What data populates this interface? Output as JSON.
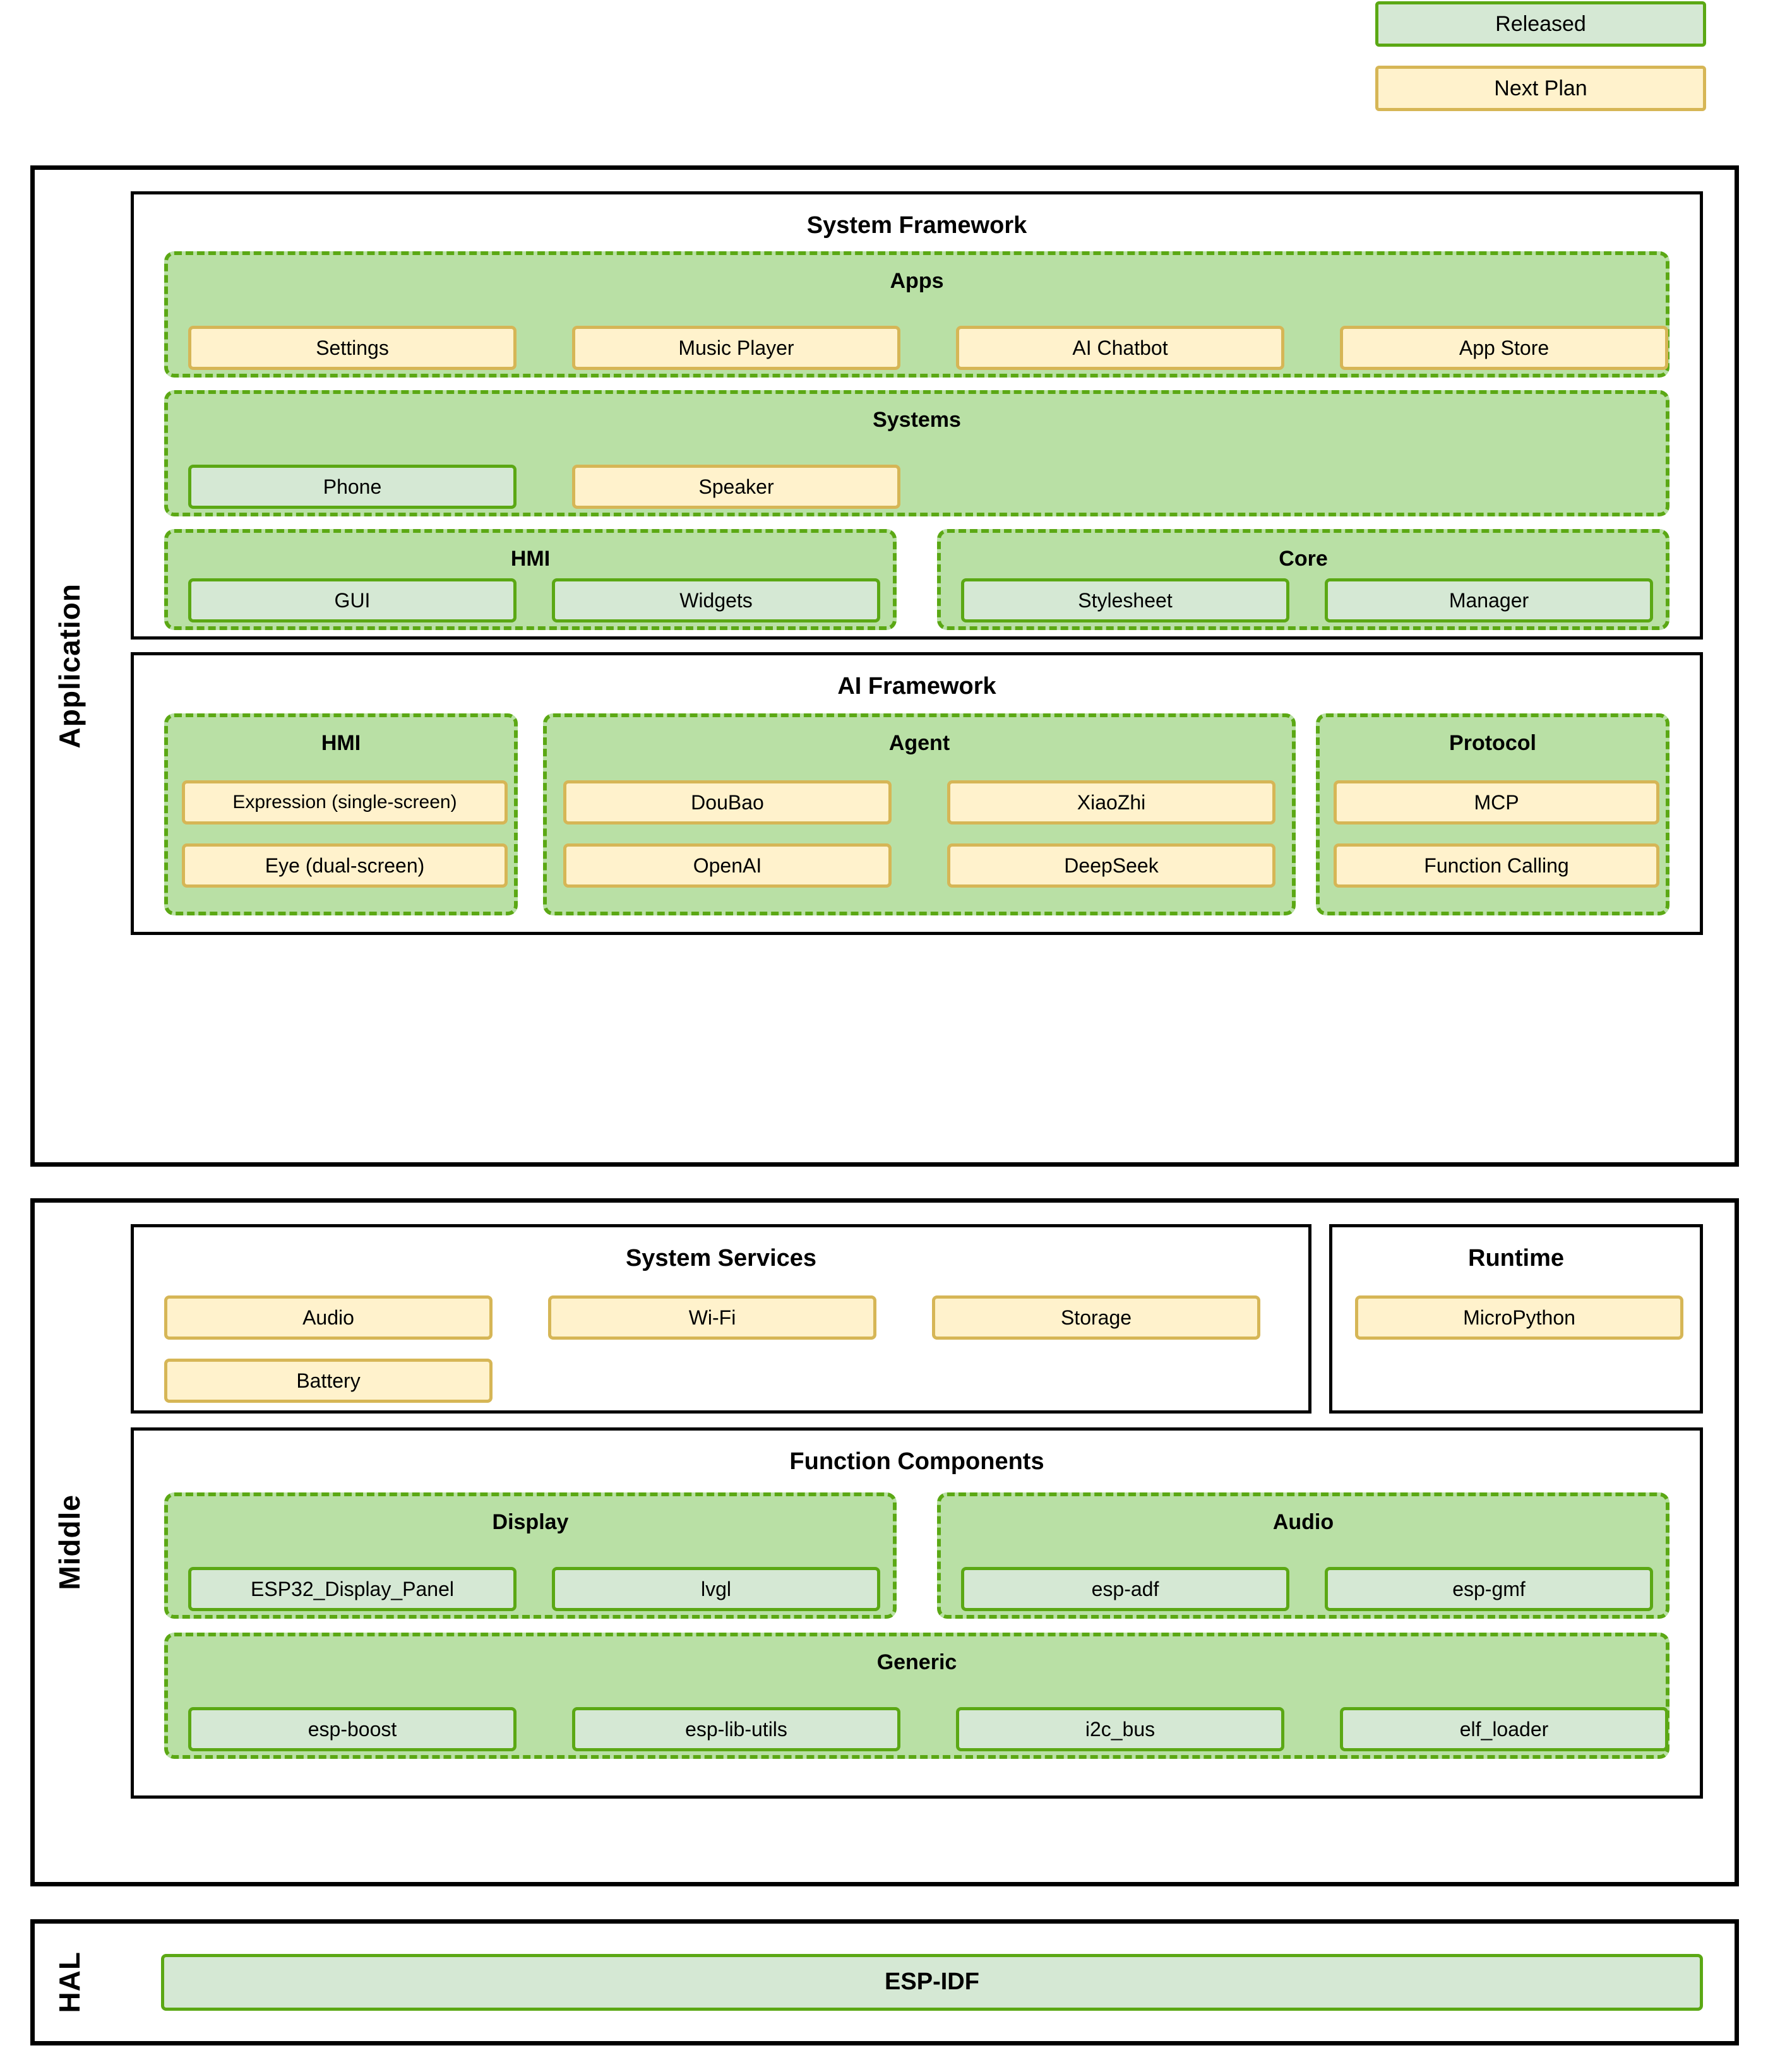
{
  "legend": {
    "released_label": "Released",
    "next_plan_label": "Next Plan"
  },
  "colors": {
    "released_fill": "#d5e8d4",
    "released_border": "#5ba814",
    "next_fill": "#fff2cc",
    "next_border": "#d6b656",
    "group_fill": "#b9e0a5",
    "group_border": "#5ba814",
    "outline": "#000000"
  },
  "layers": {
    "application": {
      "label": "Application"
    },
    "middle": {
      "label": "Middle"
    },
    "hal": {
      "label": "HAL"
    }
  },
  "panels": {
    "system_framework": {
      "title": "System Framework"
    },
    "ai_framework": {
      "title": "AI Framework"
    },
    "system_services": {
      "title": "System Services"
    },
    "runtime": {
      "title": "Runtime"
    },
    "function_components": {
      "title": "Function Components"
    }
  },
  "groups": {
    "apps": {
      "title": "Apps"
    },
    "systems": {
      "title": "Systems"
    },
    "hmi_sys": {
      "title": "HMI"
    },
    "core": {
      "title": "Core"
    },
    "hmi_ai": {
      "title": "HMI"
    },
    "agent": {
      "title": "Agent"
    },
    "protocol": {
      "title": "Protocol"
    },
    "display": {
      "title": "Display"
    },
    "audio": {
      "title": "Audio"
    },
    "generic": {
      "title": "Generic"
    }
  },
  "items": {
    "apps": [
      {
        "label": "Settings",
        "status": "next"
      },
      {
        "label": "Music Player",
        "status": "next"
      },
      {
        "label": "AI Chatbot",
        "status": "next"
      },
      {
        "label": "App Store",
        "status": "next"
      }
    ],
    "systems": [
      {
        "label": "Phone",
        "status": "released"
      },
      {
        "label": "Speaker",
        "status": "next"
      }
    ],
    "hmi_sys": [
      {
        "label": "GUI",
        "status": "released"
      },
      {
        "label": "Widgets",
        "status": "released"
      }
    ],
    "core": [
      {
        "label": "Stylesheet",
        "status": "released"
      },
      {
        "label": "Manager",
        "status": "released"
      }
    ],
    "hmi_ai": [
      {
        "label": "Expression (single-screen)",
        "status": "next"
      },
      {
        "label": "Eye (dual-screen)",
        "status": "next"
      }
    ],
    "agent": [
      {
        "label": "DouBao",
        "status": "next"
      },
      {
        "label": "XiaoZhi",
        "status": "next"
      },
      {
        "label": "OpenAI",
        "status": "next"
      },
      {
        "label": "DeepSeek",
        "status": "next"
      }
    ],
    "protocol": [
      {
        "label": "MCP",
        "status": "next"
      },
      {
        "label": "Function Calling",
        "status": "next"
      }
    ],
    "system_services": [
      {
        "label": "Audio",
        "status": "next"
      },
      {
        "label": "Wi-Fi",
        "status": "next"
      },
      {
        "label": "Storage",
        "status": "next"
      },
      {
        "label": "Battery",
        "status": "next"
      }
    ],
    "runtime": [
      {
        "label": "MicroPython",
        "status": "next"
      }
    ],
    "display": [
      {
        "label": "ESP32_Display_Panel",
        "status": "released"
      },
      {
        "label": "lvgl",
        "status": "released"
      }
    ],
    "audio": [
      {
        "label": "esp-adf",
        "status": "released"
      },
      {
        "label": "esp-gmf",
        "status": "released"
      }
    ],
    "generic": [
      {
        "label": "esp-boost",
        "status": "released"
      },
      {
        "label": "esp-lib-utils",
        "status": "released"
      },
      {
        "label": "i2c_bus",
        "status": "released"
      },
      {
        "label": "elf_loader",
        "status": "released"
      }
    ],
    "hal": [
      {
        "label": "ESP-IDF",
        "status": "released"
      }
    ]
  }
}
